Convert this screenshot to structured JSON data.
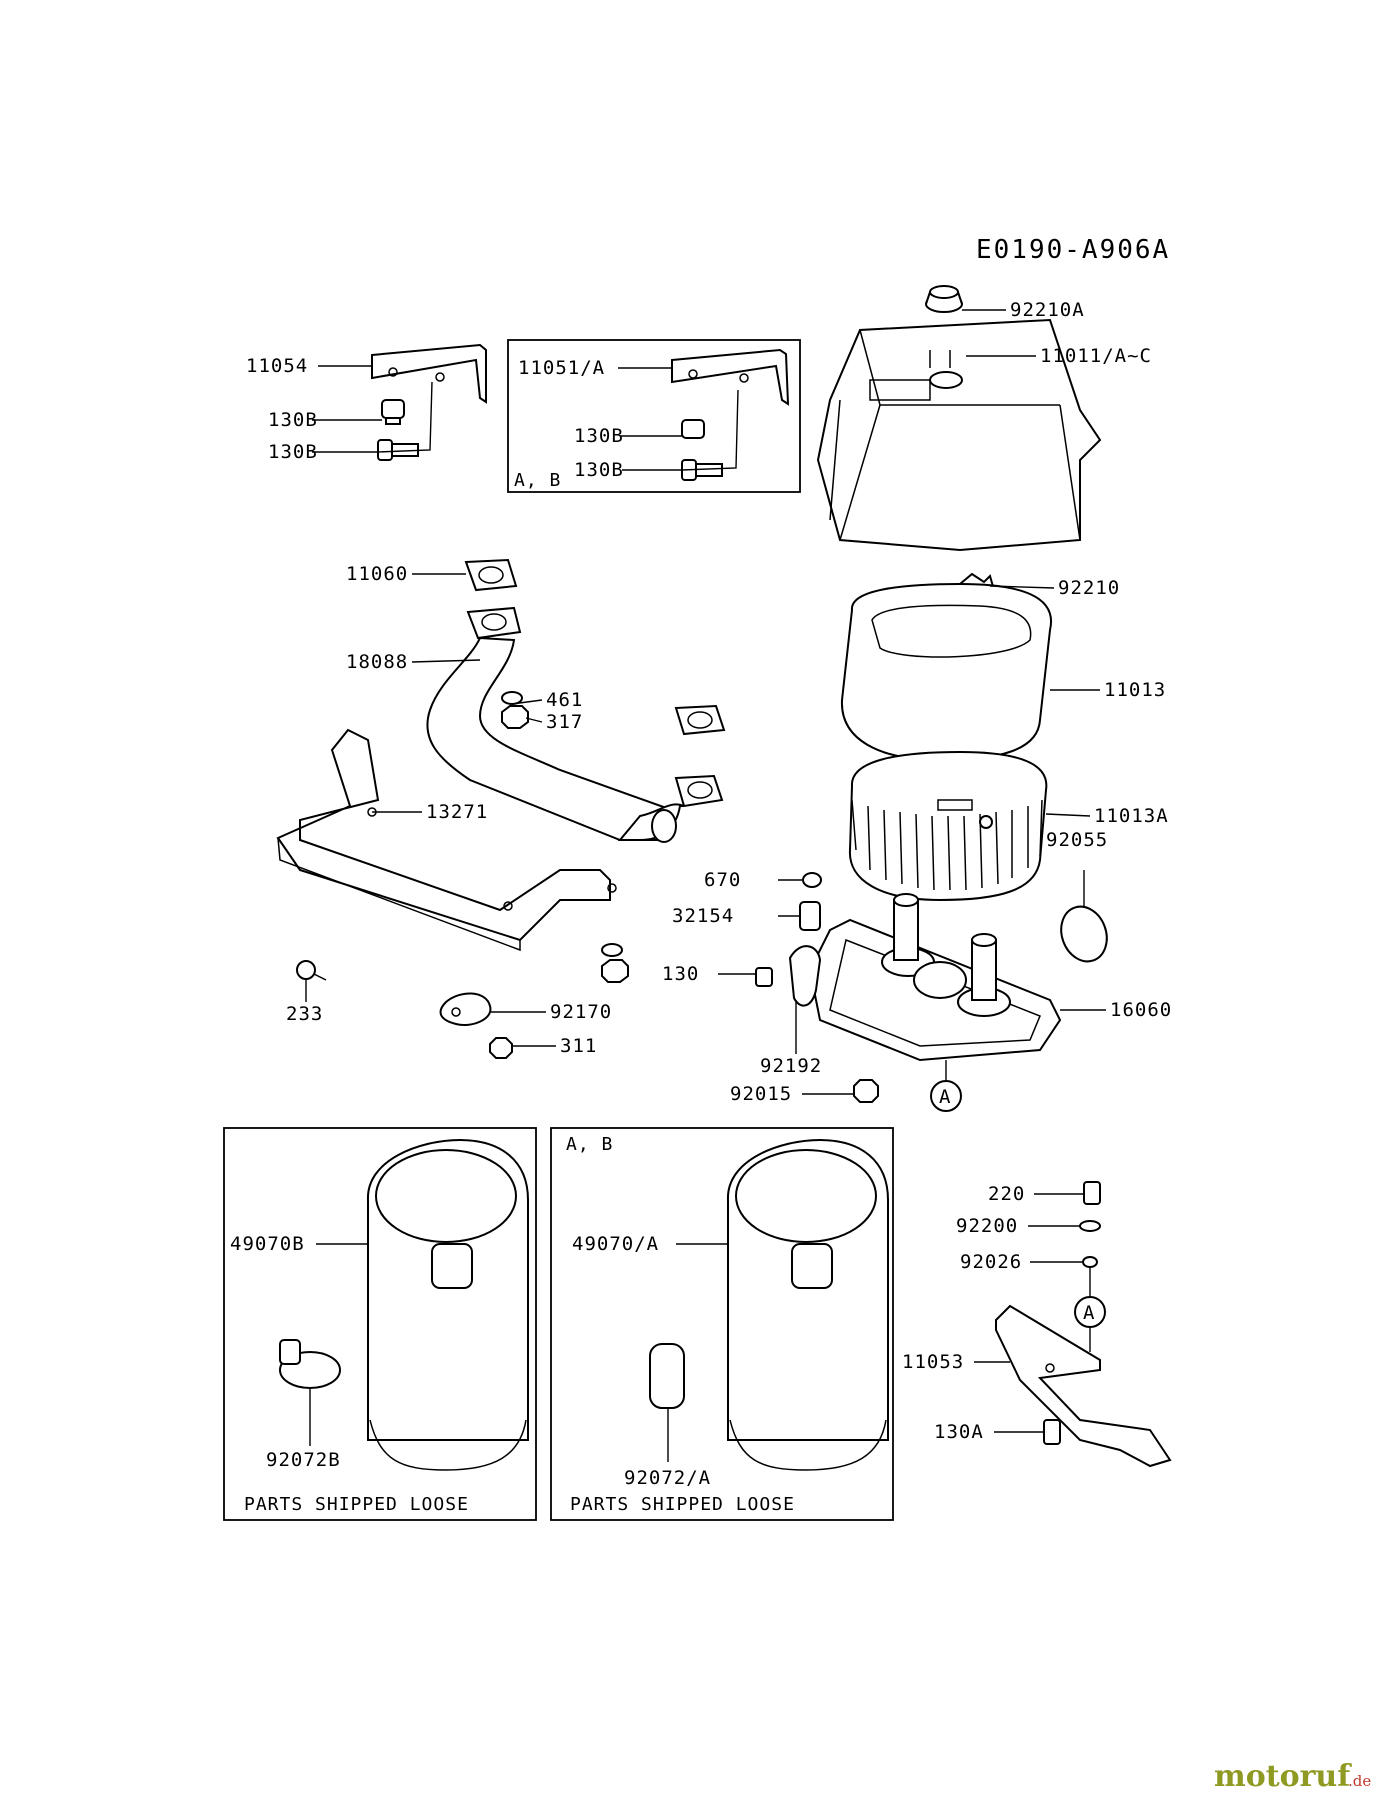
{
  "diagram_code": "E0190-A906A",
  "watermark": {
    "brand": "motoruf",
    "suffix": ".de"
  },
  "boxes": {
    "box_ab_top": {
      "tag": "A, B"
    },
    "box_left_bottom": {
      "caption": "PARTS SHIPPED LOOSE"
    },
    "box_right_bottom": {
      "tag": "A, B",
      "caption": "PARTS SHIPPED LOOSE"
    }
  },
  "callouts": {
    "c1": "A",
    "c2": "A"
  },
  "labels": {
    "p11054": "11054",
    "p130B_1": "130B",
    "p130B_2": "130B",
    "p11051A": "11051/A",
    "p130B_3": "130B",
    "p130B_4": "130B",
    "p92210A": "92210A",
    "p11011": "11011/A~C",
    "p11060": "11060",
    "p18088": "18088",
    "p461": "461",
    "p317": "317",
    "p13271": "13271",
    "p233": "233",
    "p92170": "92170",
    "p311": "311",
    "p92210": "92210",
    "p11013": "11013",
    "p11013A": "11013A",
    "p92055": "92055",
    "p670": "670",
    "p32154": "32154",
    "p130": "130",
    "p16060": "16060",
    "p92192": "92192",
    "p92015": "92015",
    "p49070B": "49070B",
    "p92072B": "92072B",
    "p49070A": "49070/A",
    "p92072A": "92072/A",
    "p220": "220",
    "p92200": "92200",
    "p92026": "92026",
    "p11053": "11053",
    "p130A": "130A"
  }
}
